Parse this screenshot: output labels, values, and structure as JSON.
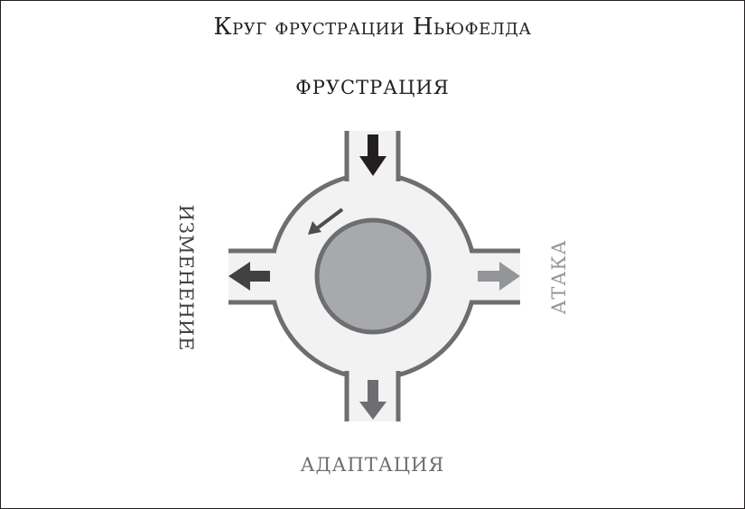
{
  "title": "Круг фрустрации Ньюфелда",
  "labels": {
    "top": "ФРУСТРАЦИЯ",
    "bottom": "АДАПТАЦИЯ",
    "left": "ИЗМЕНЕНИЕ",
    "right": "АТАКА"
  },
  "colors": {
    "road_fill": "#f2f2f2",
    "outline": "#6d6e71",
    "center_fill": "#a7a9ac",
    "arrow_top": "#231f20",
    "arrow_left": "#414042",
    "arrow_bottom": "#6d6e71",
    "arrow_right": "#939598",
    "arrow_circular": "#4d4d4f"
  }
}
